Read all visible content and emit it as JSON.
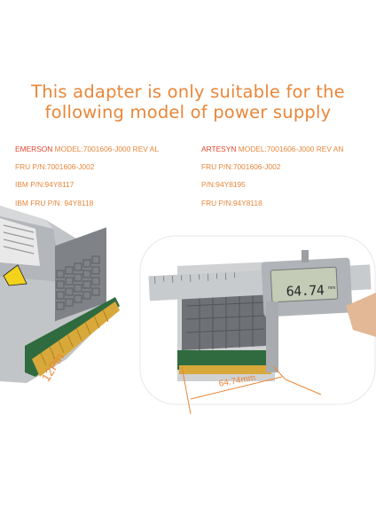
{
  "headline": {
    "line1": "This adapter is only suitable for the",
    "line2": "following model  of power supply"
  },
  "emerson": {
    "brand": "EMERSON",
    "model": " MODEL:7001606-J000 REV AL",
    "fru": "FRU P/N:7001606-J002",
    "ibm_pn": "IBM P/N:94Y8117",
    "ibm_fru": "IBM FRU P/N:  94Y8118"
  },
  "artesyn": {
    "brand": "ARTESYN",
    "model": " MODEL:7001606-J000 REV AN",
    "fru": "FRU P/N:7001606-J002",
    "pn": "P/N:94Y8195",
    "fru2": "FRU P/N:94Y8118"
  },
  "labels": {
    "pins": "12Pin",
    "width": "64.74mm",
    "caliper_reading": "64.74",
    "caliper_unit": "mm"
  },
  "colors": {
    "accent": "#e8873a",
    "brand": "#e0452a",
    "psu_body": "#b9bcbf",
    "pcb": "#2f6b3f",
    "gold": "#d8a93a"
  }
}
